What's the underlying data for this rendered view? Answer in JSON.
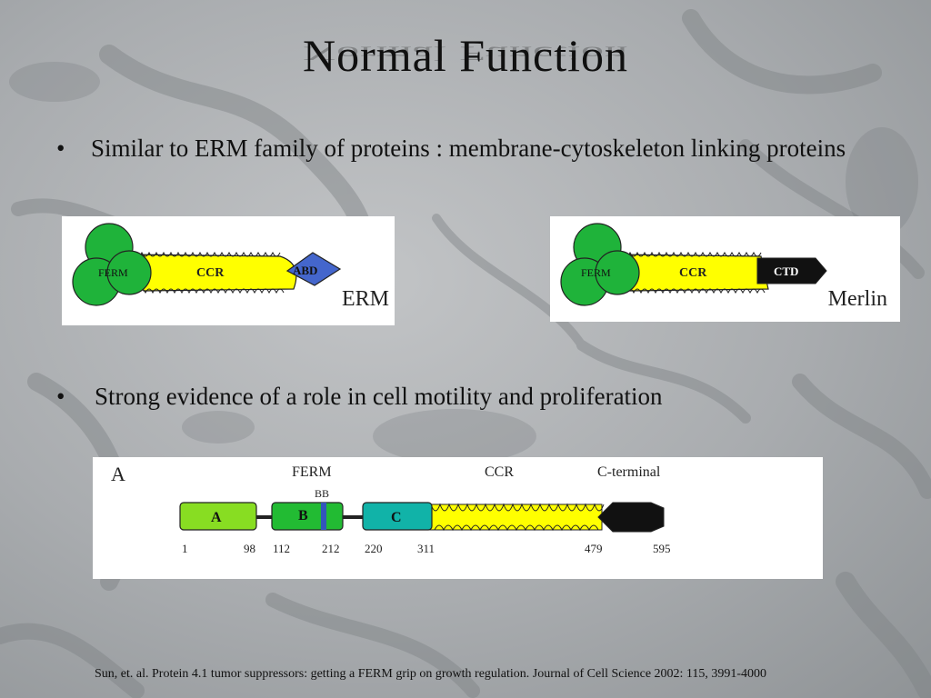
{
  "title": "Normal Function",
  "bullets": [
    "Similar to ERM family of proteins : membrane-cytoskeleton linking proteins",
    "Strong evidence of a role in cell motility and proliferation"
  ],
  "erm_panel": {
    "label": "ERM",
    "domains": [
      "FERM",
      "CCR",
      "ABD"
    ]
  },
  "merlin_panel": {
    "label": "Merlin",
    "domains": [
      "FERM",
      "CCR",
      "CTD"
    ]
  },
  "domain_map": {
    "panel_label": "A",
    "region_headers": [
      "FERM",
      "CCR",
      "C-terminal"
    ],
    "subdomain_b_label": "BB",
    "blocks": [
      "A",
      "B",
      "C"
    ],
    "positions": [
      "1",
      "98",
      "112",
      "212",
      "220",
      "311",
      "479",
      "595"
    ]
  },
  "citation": "Sun, et. al. Protein 4.1 tumor suppressors: getting a FERM grip on growth regulation. Journal of Cell Science 2002: 115, 3991-4000",
  "colors": {
    "ferm_green": "#1fb33a",
    "ccr_yellow": "#ffff00",
    "abd_blue": "#4466cc",
    "ctd_black": "#111111",
    "block_a": "#88dd22",
    "block_b": "#22bb33",
    "block_c": "#11b3a8"
  }
}
